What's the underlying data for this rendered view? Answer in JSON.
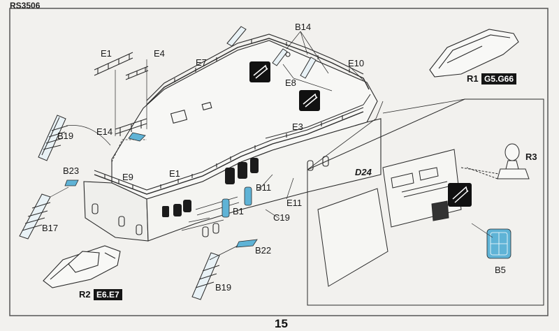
{
  "header": {
    "code": "RS3506"
  },
  "page": {
    "number": "15"
  },
  "labels": {
    "E1_top": "E1",
    "E4": "E4",
    "E7": "E7",
    "B14": "B14",
    "E10": "E10",
    "E8": "E8",
    "E3": "E3",
    "E14": "E14",
    "B19_left": "B19",
    "B23": "B23",
    "E9": "E9",
    "E1_lower": "E1",
    "B11": "B11",
    "E11": "E11",
    "B1": "B1",
    "C19": "C19",
    "B17": "B17",
    "B22": "B22",
    "B19_bottom": "B19",
    "D24": "D24",
    "R3": "R3",
    "B5": "B5"
  },
  "refs": {
    "R1": {
      "tag": "R1",
      "badge": "G5.G66"
    },
    "R2": {
      "tag": "R2",
      "badge": "E6.E7"
    }
  },
  "colors": {
    "line": "#2a2a2a",
    "etch_blue": "#5fb3d6",
    "badge_bg": "#151515",
    "paper": "#f2f1ee"
  },
  "icons": [
    "bending-symbol-icon",
    "bending-symbol-icon",
    "bending-symbol-icon"
  ]
}
